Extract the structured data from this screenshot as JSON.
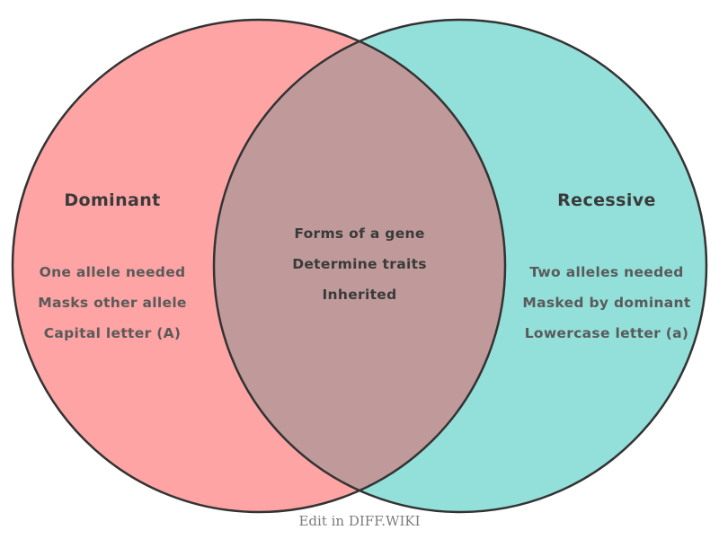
{
  "diagram": {
    "left": {
      "title": "Dominant",
      "items": [
        "One allele needed",
        "Masks other allele",
        "Capital letter (A)"
      ],
      "fill_color": "#ffa4a4"
    },
    "right": {
      "title": "Recessive",
      "items": [
        "Two alleles needed",
        "Masked by dominant",
        "Lowercase letter (a)"
      ],
      "fill_color": "#93e0da"
    },
    "overlap": {
      "items": [
        "Forms of a gene",
        "Determine traits",
        "Inherited"
      ],
      "fill_color": "#c09a9a"
    },
    "outline_color": "#333333"
  },
  "footer": {
    "label": "Edit in DIFF.WIKI"
  }
}
